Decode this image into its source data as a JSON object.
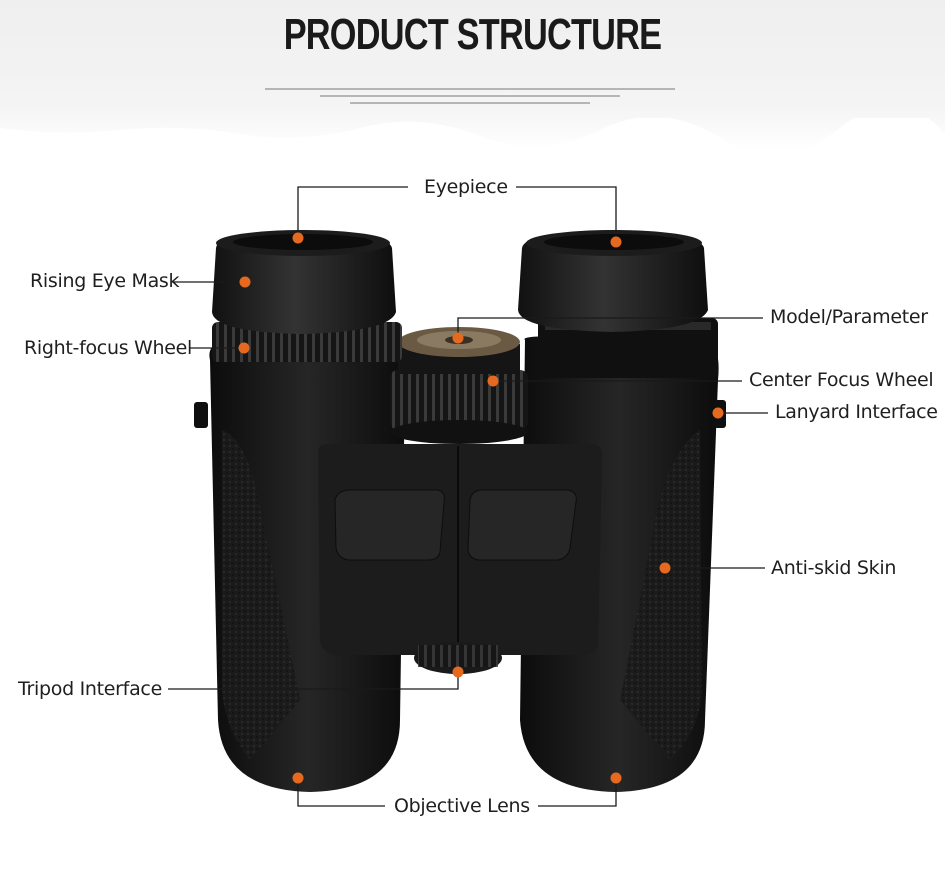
{
  "header": {
    "title": "PRODUCT STRUCTURE"
  },
  "colors": {
    "marker": "#e56a1f",
    "body": "#141414",
    "leader": "#1a1a1a"
  },
  "callouts": {
    "eyepiece": "Eyepiece",
    "rising_eye_mask": "Rising Eye Mask",
    "model_parameter": "Model/Parameter",
    "right_focus_wheel": "Right-focus Wheel",
    "center_focus_wheel": "Center Focus Wheel",
    "lanyard_interface": "Lanyard Interface",
    "anti_skid_skin": "Anti-skid Skin",
    "tripod_interface": "Tripod Interface",
    "objective_lens": "Objective Lens"
  }
}
